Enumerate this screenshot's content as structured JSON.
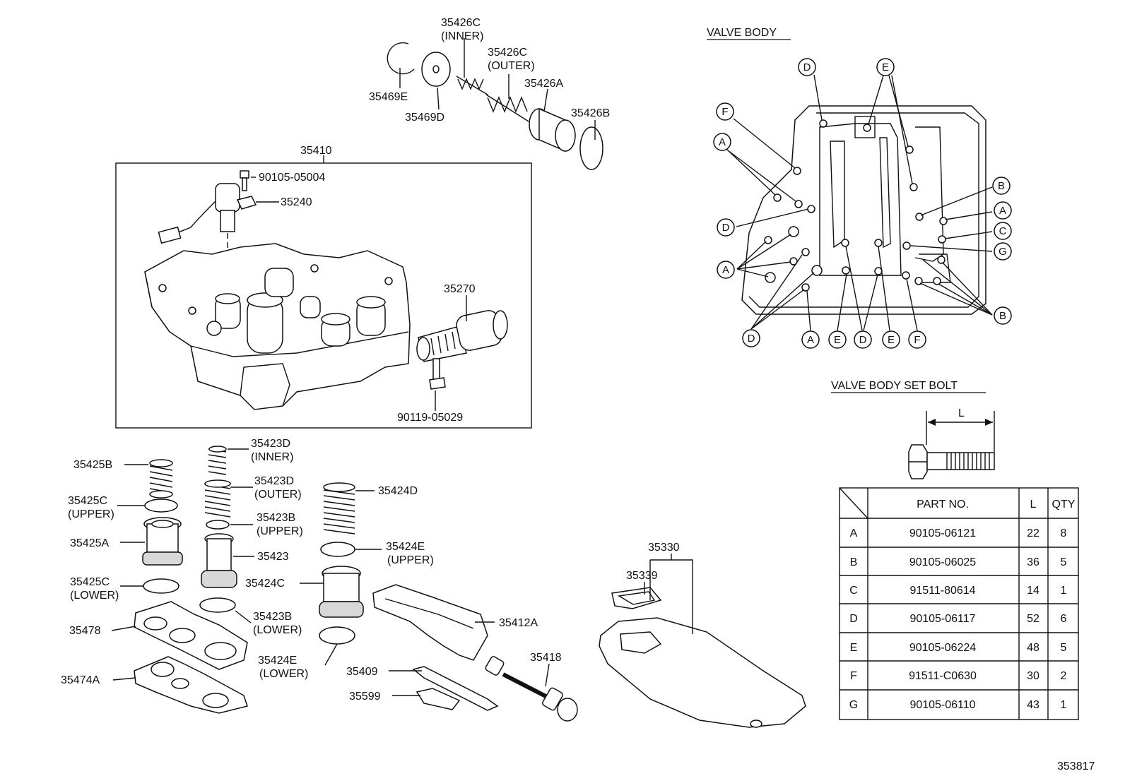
{
  "callouts": [
    {
      "id": "35426C-inner",
      "text": "35426C",
      "sub": "(INNER)"
    },
    {
      "id": "35426C-outer",
      "text": "35426C",
      "sub": "(OUTER)"
    },
    {
      "id": "35426A",
      "text": "35426A"
    },
    {
      "id": "35426B",
      "text": "35426B"
    },
    {
      "id": "35469E",
      "text": "35469E"
    },
    {
      "id": "35469D",
      "text": "35469D"
    },
    {
      "id": "35410",
      "text": "35410"
    },
    {
      "id": "90105-05004",
      "text": "90105-05004"
    },
    {
      "id": "35240",
      "text": "35240"
    },
    {
      "id": "35270",
      "text": "35270"
    },
    {
      "id": "90119-05029",
      "text": "90119-05029"
    },
    {
      "id": "35425B",
      "text": "35425B"
    },
    {
      "id": "35425C-upper",
      "text": "35425C",
      "sub": "(UPPER)"
    },
    {
      "id": "35425A",
      "text": "35425A"
    },
    {
      "id": "35425C-lower",
      "text": "35425C",
      "sub": "(LOWER)"
    },
    {
      "id": "35478",
      "text": "35478"
    },
    {
      "id": "35474A",
      "text": "35474A"
    },
    {
      "id": "35423D-inner",
      "text": "35423D",
      "sub": "(INNER)"
    },
    {
      "id": "35423D-outer",
      "text": "35423D",
      "sub": "(OUTER)"
    },
    {
      "id": "35423B-upper",
      "text": "35423B",
      "sub": "(UPPER)"
    },
    {
      "id": "35423",
      "text": "35423"
    },
    {
      "id": "35423B-lower",
      "text": "35423B",
      "sub": "(LOWER)"
    },
    {
      "id": "35424D",
      "text": "35424D"
    },
    {
      "id": "35424E-upper",
      "text": "35424E",
      "sub": "(UPPER)"
    },
    {
      "id": "35424C",
      "text": "35424C"
    },
    {
      "id": "35424E-lower",
      "text": "35424E",
      "sub": "(LOWER)"
    },
    {
      "id": "35412A",
      "text": "35412A"
    },
    {
      "id": "35409",
      "text": "35409"
    },
    {
      "id": "35599",
      "text": "35599"
    },
    {
      "id": "35418",
      "text": "35418"
    },
    {
      "id": "35330",
      "text": "35330"
    },
    {
      "id": "35339",
      "text": "35339"
    }
  ],
  "valve_body": {
    "title": "VALVE BODY",
    "markers": [
      "D",
      "E",
      "F",
      "A",
      "D",
      "A",
      "D",
      "A",
      "E",
      "D",
      "E",
      "F",
      "B",
      "A",
      "C",
      "G",
      "B"
    ]
  },
  "set_bolt": {
    "title": "VALVE BODY SET BOLT",
    "length_label": "L"
  },
  "bolt_table": {
    "headers": [
      "PART NO.",
      "L",
      "QTY"
    ],
    "rows": [
      {
        "key": "A",
        "part": "90105-06121",
        "l": "22",
        "qty": "8"
      },
      {
        "key": "B",
        "part": "90105-06025",
        "l": "36",
        "qty": "5"
      },
      {
        "key": "C",
        "part": "91511-80614",
        "l": "14",
        "qty": "1"
      },
      {
        "key": "D",
        "part": "90105-06117",
        "l": "52",
        "qty": "6"
      },
      {
        "key": "E",
        "part": "90105-06224",
        "l": "48",
        "qty": "5"
      },
      {
        "key": "F",
        "part": "91511-C0630",
        "l": "30",
        "qty": "2"
      },
      {
        "key": "G",
        "part": "90105-06110",
        "l": "43",
        "qty": "1"
      }
    ]
  },
  "figure_id": "353817"
}
